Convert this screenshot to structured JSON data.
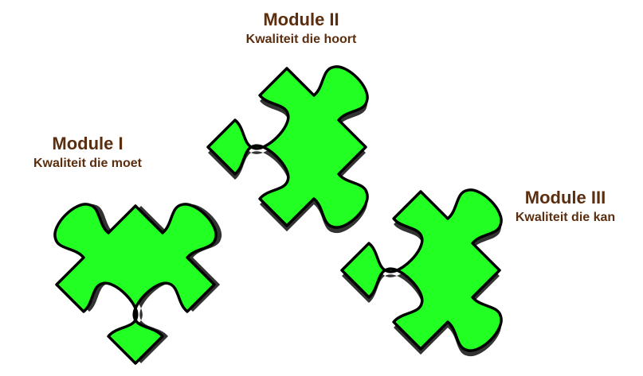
{
  "modules": [
    {
      "title": "Module I",
      "subtitle": "Kwaliteit die moet"
    },
    {
      "title": "Module II",
      "subtitle": "Kwaliteit die hoort"
    },
    {
      "title": "Module III",
      "subtitle": "Kwaliteit die kan"
    }
  ],
  "colors": {
    "piece_fill": "#22ff22",
    "piece_stroke": "#000000",
    "shadow": "#333333",
    "label_text": "#5b2e0f"
  },
  "icons": [
    "puzzle-piece-icon",
    "puzzle-piece-icon",
    "puzzle-piece-icon"
  ]
}
